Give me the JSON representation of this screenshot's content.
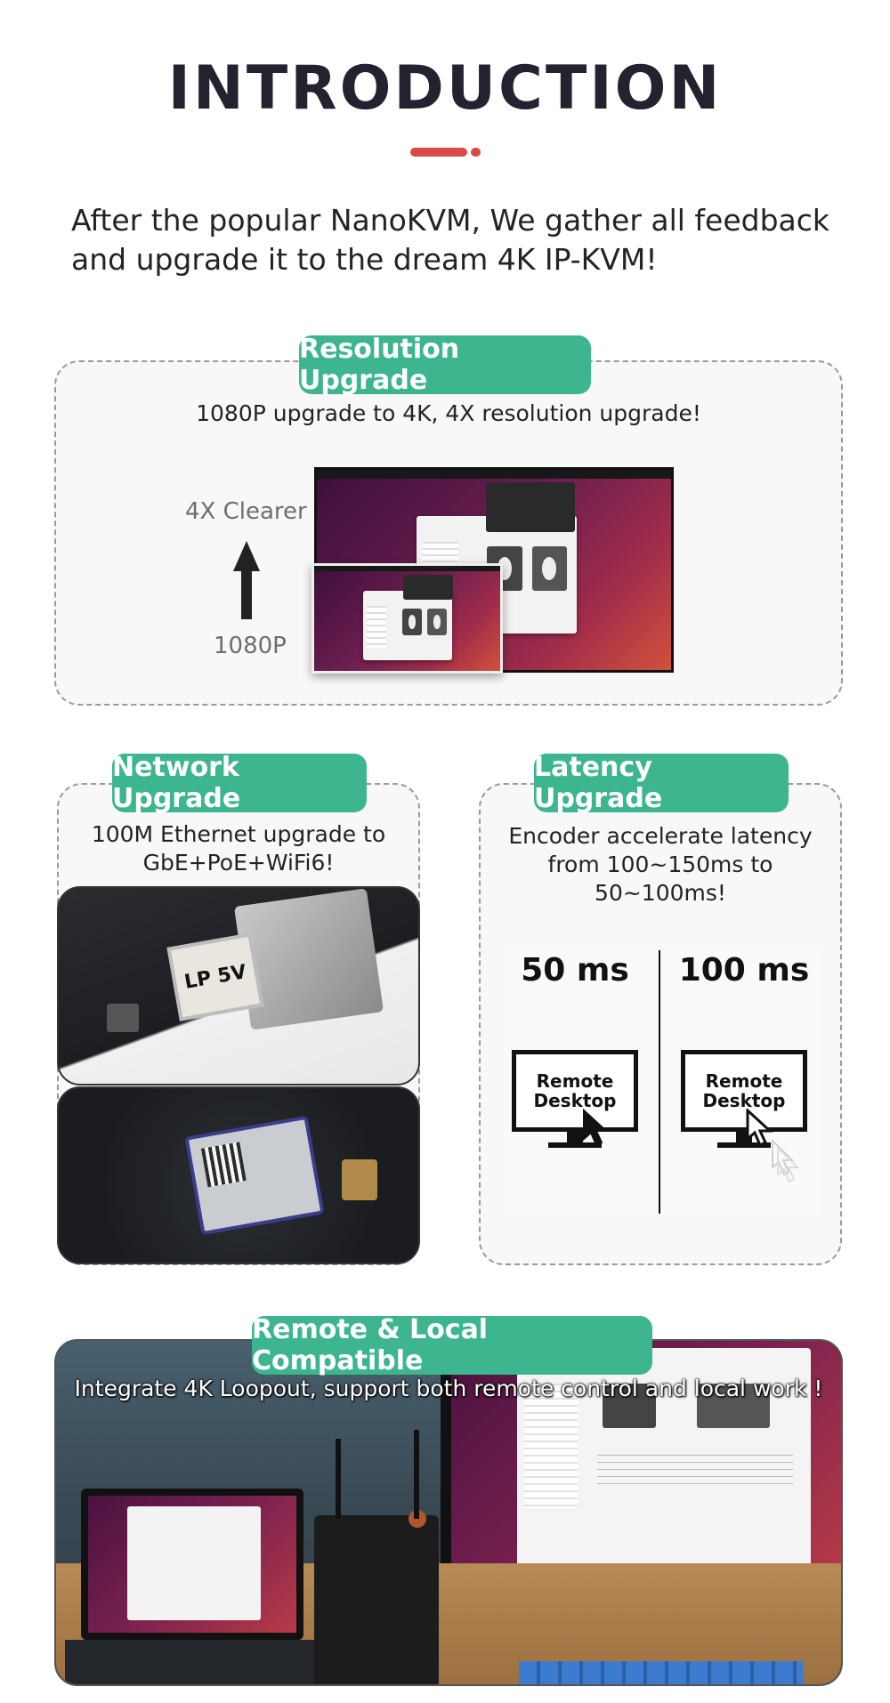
{
  "header": {
    "title": "INTRODUCTION",
    "intro": "After the popular NanoKVM, We gather all feedback and upgrade it to the dream 4K IP-KVM!"
  },
  "resolution": {
    "badge": "Resolution Upgrade",
    "subtitle": "1080P upgrade to 4K, 4X resolution upgrade!",
    "top_label": "4X Clearer",
    "bottom_label": "1080P"
  },
  "network": {
    "badge": "Network Upgrade",
    "subtitle_line1": "100M Ethernet upgrade to",
    "subtitle_line2": "GbE+PoE+WiFi6!",
    "chip_label": "LP 5V"
  },
  "latency": {
    "badge": "Latency Upgrade",
    "subtitle_line1": "Encoder accelerate latency",
    "subtitle_line2": "from 100~150ms to 50~100ms!",
    "left": {
      "value": "50 ms",
      "screen_line1": "Remote",
      "screen_line2": "Desktop"
    },
    "right": {
      "value": "100 ms",
      "screen_line1": "Remote",
      "screen_line2": "Desktop"
    }
  },
  "remote": {
    "badge": "Remote & Local Compatible",
    "subtitle": "Integrate 4K Loopout,  support both remote control and local work !"
  },
  "colors": {
    "accent_green": "#3db58e",
    "accent_red": "#d94a46",
    "title_dark": "#23232f"
  },
  "icons": [
    "up-arrow-icon",
    "mouse-cursor-icon",
    "monitor-icon"
  ]
}
